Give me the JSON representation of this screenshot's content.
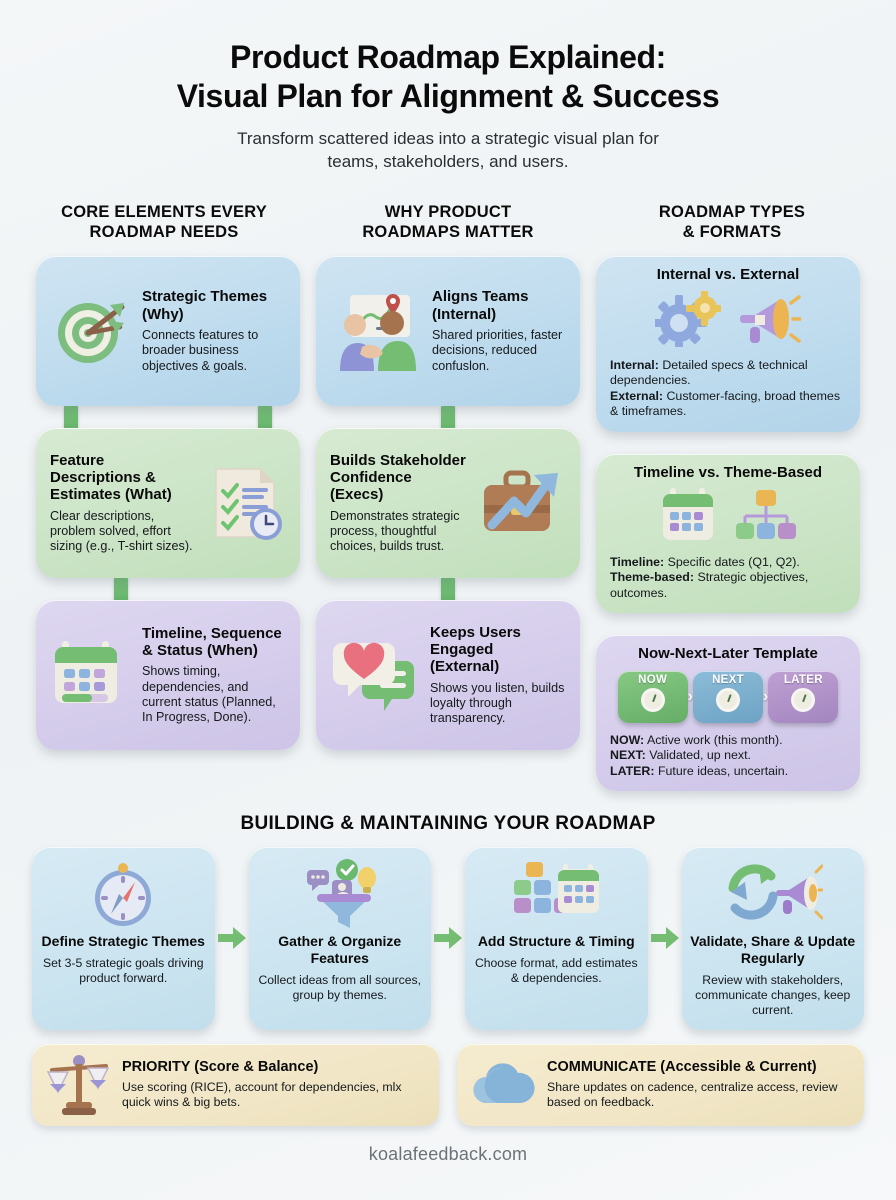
{
  "header": {
    "title_line1": "Product Roadmap Explained:",
    "title_line2": "Visual Plan for Alignment & Success",
    "subtitle_line1": "Transform scattered ideas into a strategic visual plan for",
    "subtitle_line2": "teams, stakeholders, and users."
  },
  "columns": [
    {
      "heading_line1": "CORE ELEMENTS EVERY",
      "heading_line2": "ROADMAP NEEDS",
      "cards": [
        {
          "title": "Strategic Themes (Why)",
          "desc": "Connects features to broader business objectives & goals.",
          "color": "blue",
          "icon": "target-arrow-icon",
          "icon_side": "left"
        },
        {
          "title": "Feature Descriptions & Estimates (What)",
          "desc": "Clear descriptions, problem solved, effort sizing (e.g., T-shirt sizes).",
          "color": "green",
          "icon": "checklist-clock-icon",
          "icon_side": "right"
        },
        {
          "title": "Timeline, Sequence & Status (When)",
          "desc": "Shows timing, dependencies, and current status (Planned, In Progress, Done).",
          "color": "purple",
          "icon": "calendar-progress-icon",
          "icon_side": "left"
        }
      ]
    },
    {
      "heading_line1": "WHY PRODUCT",
      "heading_line2": "ROADMAPS MATTER",
      "cards": [
        {
          "title": "Aligns Teams (Internal)",
          "desc": "Shared priorities, faster decisions, reduced confuslon.",
          "color": "blue",
          "icon": "handshake-whiteboard-icon",
          "icon_side": "left"
        },
        {
          "title": "Builds Stakeholder Confidence (Execs)",
          "desc": "Demonstrates strategic process, thoughtful choices, builds trust.",
          "color": "green",
          "icon": "briefcase-growth-icon",
          "icon_side": "right"
        },
        {
          "title": "Keeps Users Engaged (External)",
          "desc": "Shows you listen, builds loyalty through transparency.",
          "color": "purple",
          "icon": "chat-heart-icon",
          "icon_side": "left"
        }
      ]
    }
  ],
  "column3": {
    "heading_line1": "ROADMAP TYPES",
    "heading_line2": "& FORMATS",
    "cards": [
      {
        "title": "Internal vs. External",
        "color": "blue",
        "icons": [
          "gears-icon",
          "megaphone-icon"
        ],
        "lines": [
          {
            "label": "Internal:",
            "text": " Detailed specs & technical dependencies."
          },
          {
            "label": "External:",
            "text": " Customer-facing, broad themes & timeframes."
          }
        ]
      },
      {
        "title": "Timeline vs. Theme-Based",
        "color": "green",
        "icons": [
          "calendar-icon",
          "hierarchy-tree-icon"
        ],
        "lines": [
          {
            "label": "Timeline:",
            "text": " Specific dates (Q1, Q2)."
          },
          {
            "label": "Theme-based:",
            "text": " Strategic objectives, outcomes."
          }
        ]
      },
      {
        "title": "Now-Next-Later Template",
        "color": "purple",
        "pills": [
          {
            "label": "NOW",
            "color": "#74bd72"
          },
          {
            "label": "NEXT",
            "color": "#7ab0cf"
          },
          {
            "label": "LATER",
            "color": "#b294c9"
          }
        ],
        "lines": [
          {
            "label": "NOW:",
            "text": " Active work (this month)."
          },
          {
            "label": "NEXT:",
            "text": " Validated, up next."
          },
          {
            "label": "LATER:",
            "text": " Future ideas, uncertain."
          }
        ]
      }
    ]
  },
  "build_section": {
    "heading": "BUILDING & MAINTAINING YOUR ROADMAP",
    "steps": [
      {
        "title": "Define Strategic Themes",
        "desc": "Set 3-5 strategic goals driving product forward.",
        "icon": "compass-icon"
      },
      {
        "title": "Gather & Organize Features",
        "desc": "Collect ideas from all sources, group by themes.",
        "icon": "funnel-ideas-icon"
      },
      {
        "title": "Add Structure & Timing",
        "desc": "Choose format, add estimates & dependencies.",
        "icon": "blocks-calendar-icon"
      },
      {
        "title": "Validate, Share & Update Regularly",
        "desc": "Review with stakeholders, communicate changes, keep current.",
        "icon": "refresh-megaphone-icon"
      }
    ],
    "arrow_icon": "arrow-right-icon"
  },
  "footer_boxes": [
    {
      "title": "PRIORITY (Score & Balance)",
      "desc": "Use scoring (RICE), account for dependencies, mlx quick wins & big bets.",
      "icon": "balance-scale-icon"
    },
    {
      "title": "COMMUNICATE (Accessible & Current)",
      "desc": "Share updates on cadence, centralize access, review based on feedback.",
      "icon": "cloud-icon"
    }
  ],
  "site": "koalafeedback.com",
  "colors": {
    "blue": "#c2deec",
    "green": "#cbe4c6",
    "purple": "#d5cdeb",
    "cream": "#f1e6c6",
    "accent_green": "#6bb86f"
  }
}
